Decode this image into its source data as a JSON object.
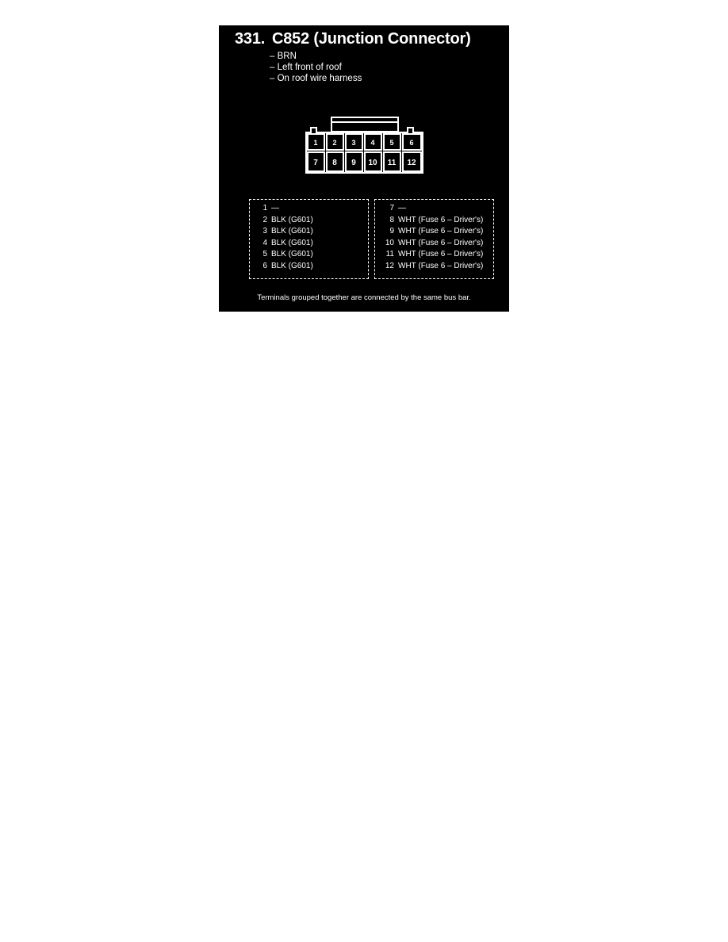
{
  "diagram": {
    "index": "331.",
    "title": "C852 (Junction Connector)",
    "attributes": [
      "– BRN",
      "– Left front of roof",
      "– On roof wire harness"
    ],
    "connector": {
      "top_row": [
        "1",
        "2",
        "3",
        "4",
        "5",
        "6"
      ],
      "bottom_row": [
        "7",
        "8",
        "9",
        "10",
        "11",
        "12"
      ]
    },
    "groups": [
      {
        "rows": [
          {
            "pin": "1",
            "wire": "—"
          },
          {
            "pin": "2",
            "wire": "BLK (G601)"
          },
          {
            "pin": "3",
            "wire": "BLK (G601)"
          },
          {
            "pin": "4",
            "wire": "BLK (G601)"
          },
          {
            "pin": "5",
            "wire": "BLK (G601)"
          },
          {
            "pin": "6",
            "wire": "BLK (G601)"
          }
        ]
      },
      {
        "rows": [
          {
            "pin": "7",
            "wire": "—"
          },
          {
            "pin": "8",
            "wire": "WHT (Fuse 6 – Driver's)"
          },
          {
            "pin": "9",
            "wire": "WHT (Fuse 6 – Driver's)"
          },
          {
            "pin": "10",
            "wire": "WHT (Fuse 6 – Driver's)"
          },
          {
            "pin": "11",
            "wire": "WHT (Fuse 6 – Driver's)"
          },
          {
            "pin": "12",
            "wire": "WHT (Fuse 6 – Driver's)"
          }
        ]
      }
    ],
    "footer": "Terminals grouped together are connected by the same bus bar.",
    "colors": {
      "background": "#000000",
      "foreground": "#ffffff",
      "page": "#ffffff"
    }
  }
}
